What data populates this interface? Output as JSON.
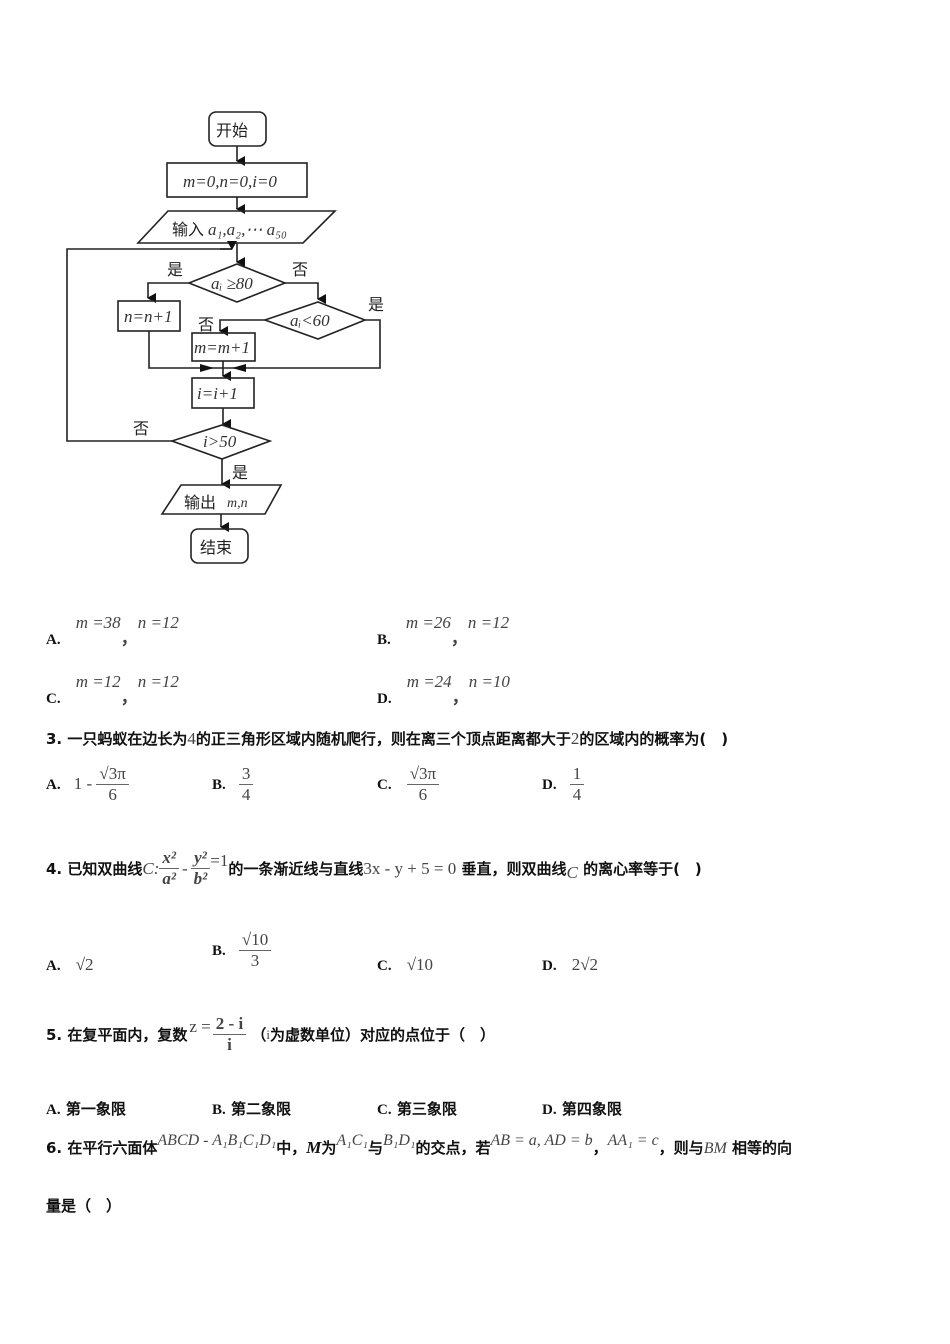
{
  "flowchart": {
    "start": "开始",
    "init": "m=0,n=0,i=0",
    "input_prefix": "输入",
    "input_vars": "a₁,a₂,⋯ a₅₀",
    "cond1": "aᵢ ≥80",
    "cond1_yes": "是",
    "cond1_no": "否",
    "n_update": "n=n+1",
    "cond2": "aᵢ<60",
    "cond2_yes": "是",
    "cond2_no": "否",
    "m_update": "m=m+1",
    "i_update": "i=i+1",
    "cond3": "i>50",
    "cond3_no": "否",
    "cond3_yes": "是",
    "output_prefix": "输出",
    "output_vars": "m,n",
    "end": "结束"
  },
  "q2_options": [
    {
      "label": "A.",
      "m": "m =38",
      "comma": "，",
      "n": "n =12"
    },
    {
      "label": "B.",
      "m": "m =26",
      "comma": "，",
      "n": "n =12"
    },
    {
      "label": "C.",
      "m": "m =12",
      "comma": "，",
      "n": "n =12"
    },
    {
      "label": "D.",
      "m": "m =24",
      "comma": "，",
      "n": "n =10"
    }
  ],
  "q3": {
    "number": "3.",
    "text_a": "一只蚂蚁在边长为",
    "val1": "4",
    "text_b": "的正三角形区域内随机爬行，则在离三个顶点距离都大于",
    "val2": "2",
    "text_c": "的区域内的概率为(　)",
    "options": [
      {
        "label": "A.",
        "prefix": "1 - ",
        "num": "√3π",
        "den": "6"
      },
      {
        "label": "B.",
        "prefix": "",
        "num": "3",
        "den": "4"
      },
      {
        "label": "C.",
        "prefix": "",
        "num": "√3π",
        "den": "6"
      },
      {
        "label": "D.",
        "prefix": "",
        "num": "1",
        "den": "4"
      }
    ]
  },
  "q4": {
    "number": "4.",
    "text_a": "已知双曲线",
    "curve_name": "C:",
    "frac1_num": "x²",
    "frac1_den": "a²",
    "minus": "-",
    "frac2_num": "y²",
    "frac2_den": "b²",
    "equals": "=1",
    "text_b": "的一条渐近线与直线",
    "line_eq": "3x -  y + 5 = 0",
    "text_c": "垂直，则双曲线",
    "curve": "C",
    "text_d": "的离心率等于(　)",
    "options": [
      {
        "label": "A.",
        "value": "√2"
      },
      {
        "label": "B.",
        "num": "√10",
        "den": "3"
      },
      {
        "label": "C.",
        "value": "√10"
      },
      {
        "label": "D.",
        "value": "2√2"
      }
    ]
  },
  "q5": {
    "number": "5.",
    "text_a": "在复平面内，复数",
    "z": "z =",
    "num": "2 - i",
    "den": "i",
    "text_b": "（",
    "i_unit": "i",
    "text_c": "为虚数单位）对应的点位于（　）",
    "options": [
      {
        "label": "A.",
        "text": "第一象限"
      },
      {
        "label": "B.",
        "text": "第二象限"
      },
      {
        "label": "C.",
        "text": "第三象限"
      },
      {
        "label": "D.",
        "text": "第四象限"
      }
    ]
  },
  "q6": {
    "number": "6.",
    "text_a": "在平行六面体",
    "solid": "ABCD - A₁B₁C₁D₁",
    "text_b": "中，",
    "M": "M",
    "text_c": "为",
    "seg1": "A₁C₁",
    "text_d": "与",
    "seg2": "B₁D₁",
    "text_e": "的交点，若",
    "vec_eqs": "AB = a, AD = b",
    "comma": "，",
    "vec_eq3": "AA₁ = c",
    "text_f": "，则与",
    "bm": "BM",
    "text_g": "相等的向",
    "line2": "量是（　）"
  }
}
